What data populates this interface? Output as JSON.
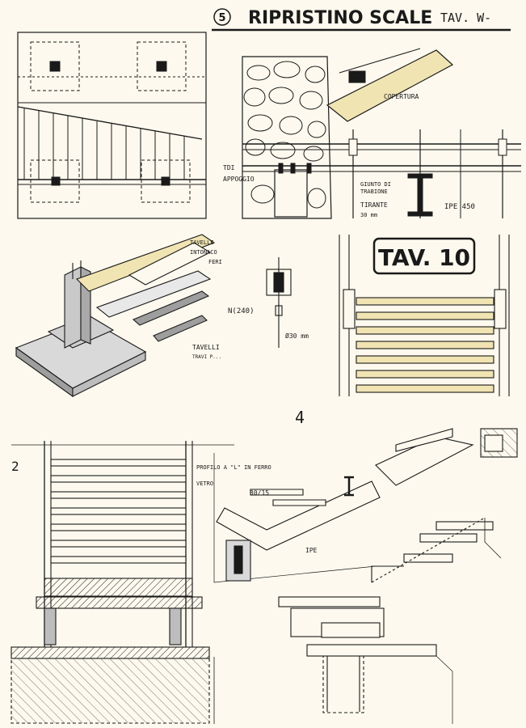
{
  "header": {
    "number": "5",
    "title": "RIPRISTINO SCALE",
    "tav_ref": "TAV. W-"
  },
  "sheet_label": "TAV. 10",
  "panel_numbers": {
    "middle": "4",
    "bottom_left": "2"
  },
  "section_labels": {
    "copertura": "COPERTURA",
    "tdi": "TDI",
    "appoggio": "APPOGGIO",
    "giunto": "GIUNTO DI",
    "giunto2": "TRABIONE",
    "tirante": "TIRANTE",
    "tirante_size": "30 mm",
    "ipe450": "IPE 450"
  },
  "iso_labels": {
    "tavelle_top": "TAVELLE",
    "intonaco": "INTONACO",
    "ferro": "FERI",
    "tavelle_bot": "TAVELLI",
    "travi": "TRAVI P..."
  },
  "bolt_labels": {
    "n240": "N(240)",
    "d30": "Ø30 mm"
  },
  "stair_labels": {
    "profilo": "PROFILO A \"L\" IN FERRO",
    "vetro": "VETRO",
    "dim_30_15": "30/15",
    "ipe": "IPE"
  },
  "colors": {
    "paper": "#fdf9ee",
    "ink": "#1a1a1a",
    "wood": "#f1e4b3",
    "grey": "#bdbdbd"
  }
}
